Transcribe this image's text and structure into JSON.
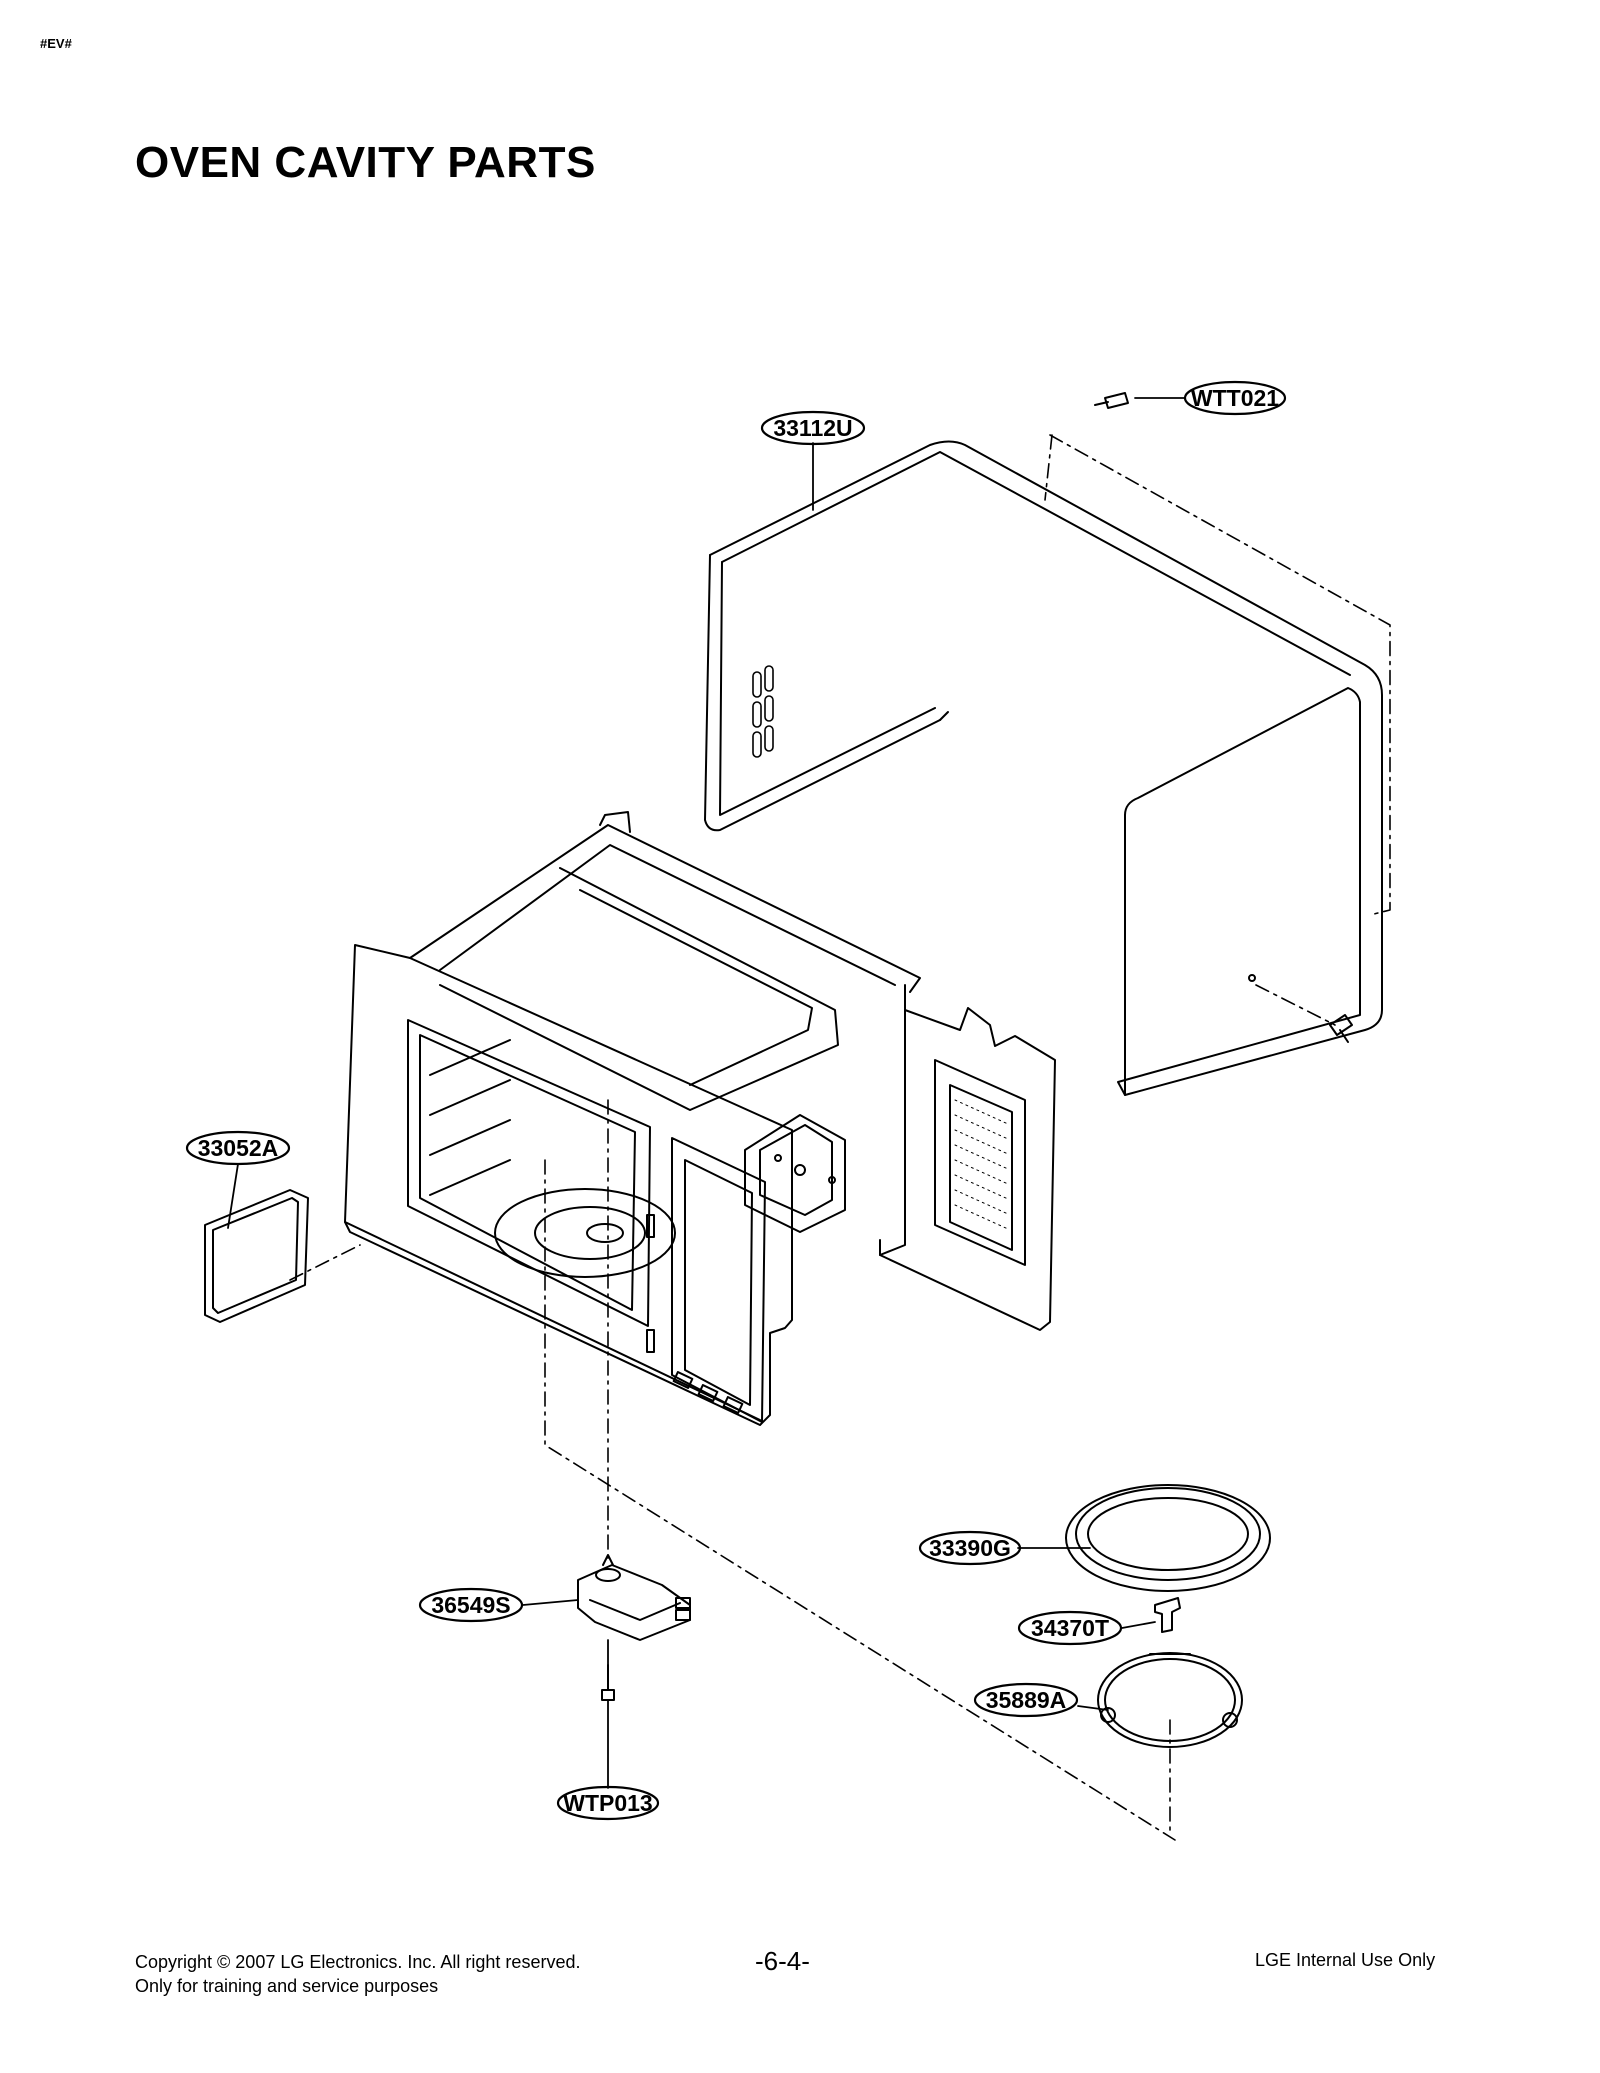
{
  "header": {
    "tag": "#EV#",
    "title": "OVEN CAVITY PARTS"
  },
  "parts": {
    "cabinet": "33112U",
    "cabinet_screw": "WTT021",
    "waveguide_cover": "33052A",
    "glass_tray": "33390G",
    "coupler": "34370T",
    "roller_ring": "35889A",
    "turntable_motor": "36549S",
    "motor_screw": "WTP013"
  },
  "footer": {
    "copyright": "Copyright © 2007 LG Electronics. Inc. All right reserved.",
    "purpose": "Only for training and service purposes",
    "page_number": "-6-4-",
    "internal_note": "LGE Internal Use Only"
  }
}
